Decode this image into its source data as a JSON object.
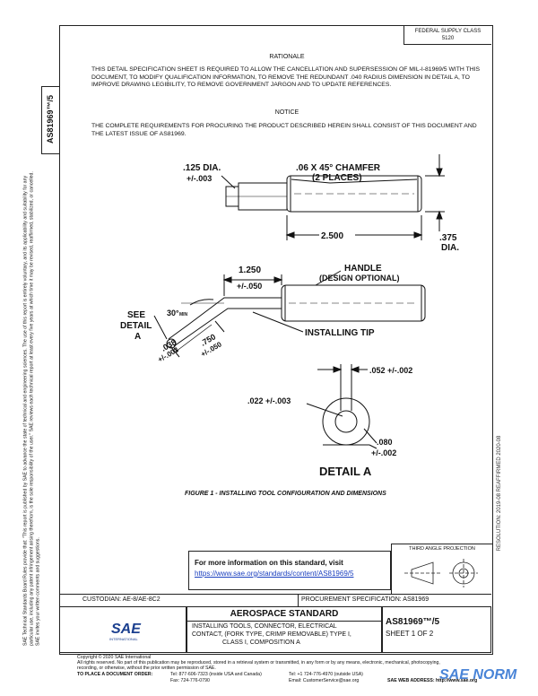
{
  "header": {
    "fsc_line1": "FEDERAL SUPPLY CLASS",
    "fsc_line2": "5120",
    "doc_number_side": "AS81969™/5"
  },
  "sidebar_notice": "SAE Technical Standards Board Rules provide that: \"This report is published by SAE to advance the state of technical and engineering sciences. The use of this report is entirely voluntary, and its applicability and suitability for any particular use, including any patent infringement arising therefrom, is the sole responsibility of the user.\" SAE reviews each technical report at least every five years at which time it may be revised, reaffirmed, stabilized, or cancelled. SAE invites your written comments and suggestions.",
  "right_note": "RESOLUTION: 2019-08   REAFFIRMED 2020-08",
  "rationale": {
    "heading": "RATIONALE",
    "text": "THIS DETAIL SPECIFICATION SHEET IS REQUIRED TO ALLOW THE CANCELLATION AND SUPERSESSION OF MIL-I-81969/5 WITH THIS DOCUMENT, TO MODIFY QUALIFICATION INFORMATION, TO REMOVE THE REDUNDANT .040 RADIUS DIMENSION IN DETAIL A, TO IMPROVE DRAWING LEGIBILITY, TO REMOVE GOVERNMENT JARGON AND TO UPDATE REFERENCES."
  },
  "notice": {
    "heading": "NOTICE",
    "text": "THE COMPLETE REQUIREMENTS FOR PROCURING THE PRODUCT DESCRIBED HEREIN SHALL CONSIST OF THIS DOCUMENT AND THE LATEST ISSUE OF AS81969."
  },
  "drawing": {
    "dia_125": ".125 DIA.",
    "tol_003": "+/-.003",
    "chamfer_1": ".06 X 45° CHAMFER",
    "chamfer_2": "(2 PLACES)",
    "len_2500": "2.500",
    "dia_375": ".375",
    "dia_label": "DIA.",
    "len_1250": "1.250",
    "tol_050": "+/-.050",
    "handle_1": "HANDLE",
    "handle_2": "(DESIGN OPTIONAL)",
    "angle_30": "30°",
    "angle_min": "MIN",
    "see_1": "SEE",
    "see_2": "DETAIL",
    "see_3": "A",
    "d_038": ".038",
    "d_038_tol": "+/-.003",
    "d_750": ".750",
    "d_750_tol": "+/-.050",
    "installing_tip": "INSTALLING TIP",
    "d_052": ".052 +/-.002",
    "d_022": ".022 +/-.003",
    "d_080": ".080",
    "d_080_tol": "+/-.002",
    "detail_a": "DETAIL A",
    "figure_caption": "FIGURE 1 - INSTALLING TOOL CONFIGURATION AND DIMENSIONS"
  },
  "info_box": {
    "title": "For more information on this standard, visit",
    "url": "https://www.sae.org/standards/content/AS81969/5"
  },
  "projection": {
    "label": "THIRD ANGLE PROJECTION"
  },
  "title_block": {
    "custodian": "CUSTODIAN: AE-8/AE-8C2",
    "procurement": "PROCUREMENT SPECIFICATION: AS81969",
    "standard": "AEROSPACE STANDARD",
    "desc_1": "INSTALLING TOOLS, CONNECTOR, ELECTRICAL",
    "desc_2": "CONTACT, (FORK TYPE, CRIMP REMOVABLE) TYPE I,",
    "desc_3": "CLASS I, COMPOSITION A",
    "doc_number": "AS81969™/5",
    "sheet": "SHEET 1 OF 2",
    "logo_text": "SAE",
    "logo_sub": "INTERNATIONAL"
  },
  "footer": {
    "copyright": "Copyright © 2020 SAE International",
    "rights": "All rights reserved. No part of this publication may be reproduced, stored in a retrieval system or transmitted, in any form or by any means, electronic, mechanical, photocopying,",
    "rights2": "recording, or otherwise, without the prior written permission of SAE.",
    "order_label": "TO PLACE A DOCUMENT ORDER:",
    "tel1": "Tel: 877-606-7323 (inside USA and Canada)",
    "tel2": "Tel: +1 724-776-4970 (outside USA)",
    "fax": "Fax: 724-776-0790",
    "email": "Email: CustomerService@sae.org",
    "web": "SAE WEB ADDRESS: http://www.sae.org",
    "watermark": "SAE NORM"
  }
}
